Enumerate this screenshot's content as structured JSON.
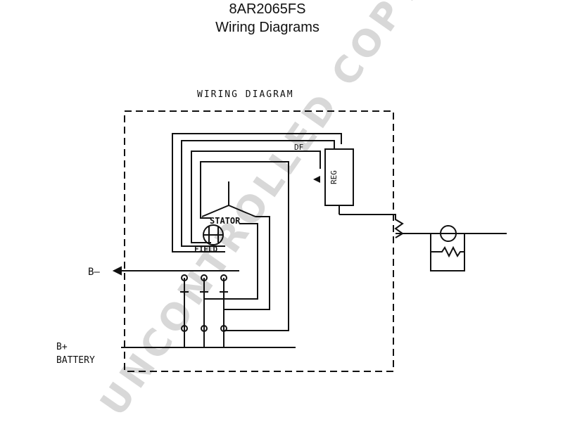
{
  "header": {
    "part_number": "8AR2065FS",
    "subtitle": "Wiring Diagrams"
  },
  "diagram": {
    "heading": "WIRING DIAGRAM",
    "labels": {
      "df": "DF",
      "reg": "REG",
      "stator": "STATOR",
      "field": "FIELD",
      "b_minus": "B–",
      "b_plus": "B+",
      "battery": "BATTERY"
    }
  },
  "watermark": {
    "text": "UNCONTROLLED COPY",
    "color": "#d8d8d8"
  }
}
